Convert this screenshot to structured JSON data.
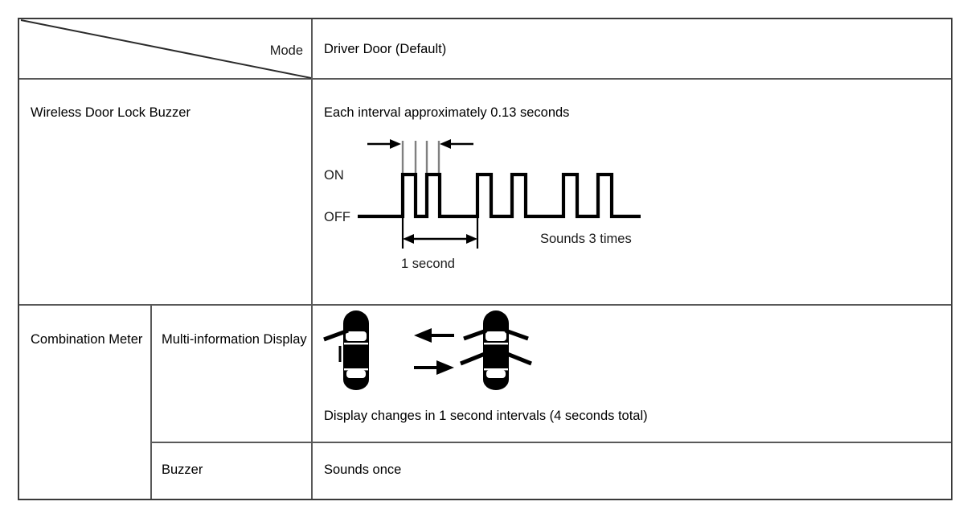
{
  "table": {
    "header": {
      "row_label": "Mode",
      "value": "Driver Door (Default)"
    },
    "rows": [
      {
        "label": "Wireless Door Lock Buzzer",
        "content": {
          "heading": "Each interval approximately 0.13 seconds",
          "wave": {
            "on_label": "ON",
            "off_label": "OFF",
            "dimension_label": "1 second",
            "note": "Sounds 3 times"
          }
        }
      },
      {
        "label": "Combination Meter",
        "sub_label": "Multi-information Display",
        "content": {
          "caption": "Display changes in 1 second intervals (4 seconds total)",
          "icons": {
            "left_car": "car-top-view-icon",
            "right_car": "car-top-view-flashing-icon",
            "arrow_upper": "arrow-left-icon",
            "arrow_lower": "arrow-right-icon"
          }
        }
      },
      {
        "sub_label": "Buzzer",
        "content": {
          "text": "Sounds once"
        }
      }
    ]
  },
  "chart_data": {
    "type": "line",
    "title": "Wireless Door Lock Buzzer timing waveform",
    "xlabel": "",
    "ylabel": "",
    "tick_labels": [
      "ON",
      "OFF"
    ],
    "annotations": [
      "Each interval approximately 0.13 seconds",
      "1 second",
      "Sounds 3 times"
    ],
    "pulse_interval_seconds": 0.13,
    "group_period_seconds": 1,
    "group_count": 3,
    "pulses_per_group": 2,
    "series": [
      {
        "name": "Buzzer",
        "levels": [
          "OFF",
          "ON",
          "OFF",
          "ON",
          "OFF",
          "ON",
          "OFF",
          "ON",
          "OFF",
          "ON",
          "OFF",
          "ON",
          "OFF"
        ]
      }
    ]
  },
  "colors": {
    "border": "#3a3a3a",
    "rule": "#595959",
    "text": "#1a1a1a",
    "ink": "#000000",
    "background": "#ffffff"
  }
}
